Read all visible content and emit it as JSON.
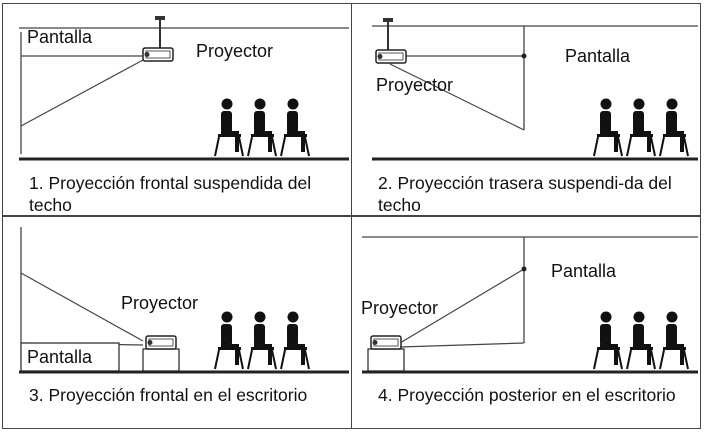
{
  "panels": [
    {
      "caption": "1. Proyección frontal suspendida del techo",
      "screen_label": "Pantalla",
      "projector_label": "Proyector"
    },
    {
      "caption": "2. Proyección trasera suspendi-da del techo",
      "screen_label": "Pantalla",
      "projector_label": "Proyector"
    },
    {
      "caption": "3. Proyección frontal en el escritorio",
      "screen_label": "Pantalla",
      "projector_label": "Proyector"
    },
    {
      "caption": "4. Proyección posterior en el escritorio",
      "screen_label": "Pantalla",
      "projector_label": "Proyector"
    }
  ]
}
